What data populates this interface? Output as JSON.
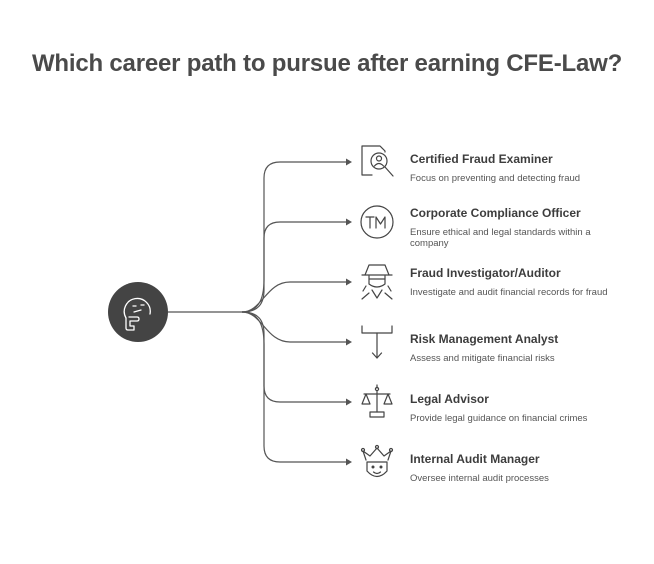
{
  "title": "Which career path to pursue after earning CFE-Law?",
  "colors": {
    "line": "#555555",
    "hub_fill": "#444444",
    "icon_stroke": "#444444"
  },
  "hub": {
    "icon": "thinking-face-icon"
  },
  "options": [
    {
      "title": "Certified Fraud Examiner",
      "description": "Focus on preventing and detecting fraud",
      "icon": "magnifier-person-icon"
    },
    {
      "title": "Corporate Compliance Officer",
      "description": "Ensure ethical and legal standards within a company",
      "icon": "trademark-icon"
    },
    {
      "title": "Fraud Investigator/Auditor",
      "description": "Investigate and audit financial records for fraud",
      "icon": "detective-icon"
    },
    {
      "title": "Risk Management Analyst",
      "description": "Assess and mitigate financial risks",
      "icon": "down-arrow-tray-icon"
    },
    {
      "title": "Legal Advisor",
      "description": "Provide legal guidance on financial crimes",
      "icon": "scales-icon"
    },
    {
      "title": "Internal Audit Manager",
      "description": "Oversee internal audit processes",
      "icon": "crown-face-icon"
    }
  ]
}
